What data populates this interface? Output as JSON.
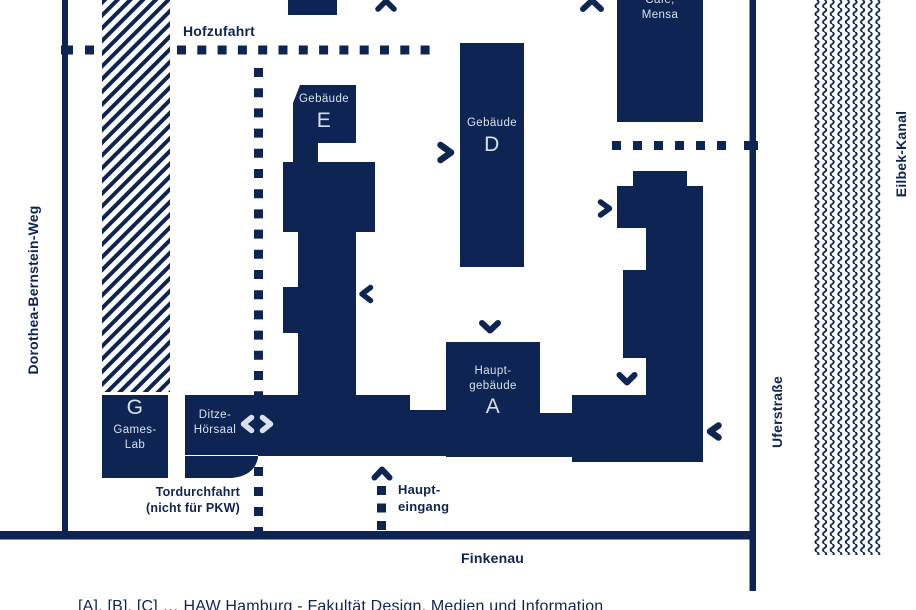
{
  "map": {
    "colors": {
      "navy": "#0e2453",
      "building_text": "#d9e0ec"
    },
    "streets": {
      "hofzufahrt": "Hofzufahrt",
      "dorothea_bernstein_weg": "Dorothea-Bernstein-Weg",
      "finkenau": "Finkenau",
      "uferstrasse": "Uferstraße",
      "eilbek_kanal": "Eilbek-Kanal"
    },
    "annotations": {
      "tordurchfahrt_line1": "Tordurchfahrt",
      "tordurchfahrt_line2": "(nicht für PKW)",
      "haupteingang_line1": "Haupt-",
      "haupteingang_line2": "eingang"
    },
    "buildings": {
      "e": {
        "name": "Gebäude",
        "letter": "E"
      },
      "d": {
        "name": "Gebäude",
        "letter": "D"
      },
      "a": {
        "name_line1": "Haupt-",
        "name_line2": "gebäude",
        "letter": "A"
      },
      "g": {
        "letter": "G",
        "name_line1": "Games-",
        "name_line2": "Lab"
      },
      "ditze": {
        "name_line1": "Ditze-",
        "name_line2": "Hörsaal"
      },
      "cafe_mensa": {
        "name_line1": "Café,",
        "name_line2": "Mensa"
      }
    },
    "caption": "[A], [B], [C] … HAW Hamburg - Fakultät Design, Medien und Information"
  }
}
